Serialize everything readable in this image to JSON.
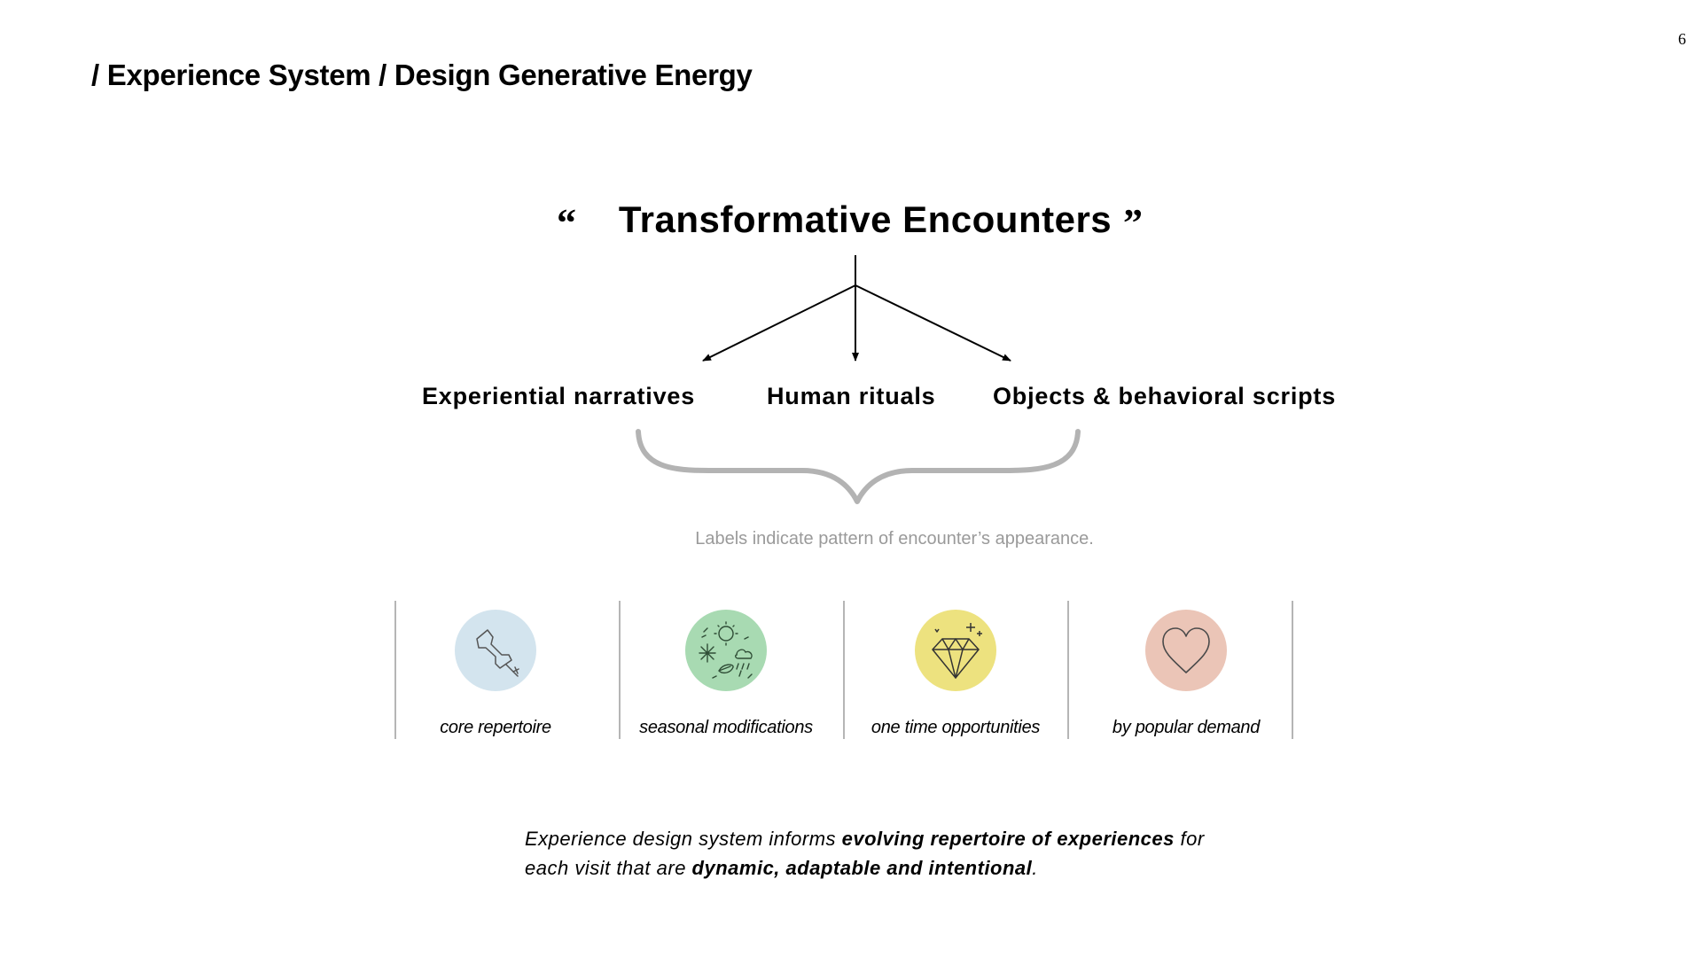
{
  "slide": {
    "page_number": "6",
    "breadcrumb": "/ Experience System / Design Generative Energy"
  },
  "diagram": {
    "quote_open": "“",
    "quote_close": "”",
    "title": "Transformative Encounters",
    "branches": [
      {
        "label": "Experiential narratives"
      },
      {
        "label": "Human rituals"
      },
      {
        "label": "Objects & behavioral scripts"
      }
    ],
    "caption": "Labels indicate pattern of encounter’s appearance."
  },
  "legend": [
    {
      "label": "core repertoire",
      "icon": "pushpin-icon",
      "color": "#d3e4ee"
    },
    {
      "label": "seasonal modifications",
      "icon": "seasons-icon",
      "color": "#a8dab2"
    },
    {
      "label": "one time opportunities",
      "icon": "diamond-icon",
      "color": "#ede27f"
    },
    {
      "label": "by popular demand",
      "icon": "heart-icon",
      "color": "#ebc5b7"
    }
  ],
  "summary": {
    "line1_part1": "Experience design system informs ",
    "line1_bold": "evolving repertoire of experiences",
    "line1_part2": " for",
    "line2_part1": "each visit that are ",
    "line2_bold": "dynamic, adaptable and intentional",
    "line2_part2": "."
  }
}
